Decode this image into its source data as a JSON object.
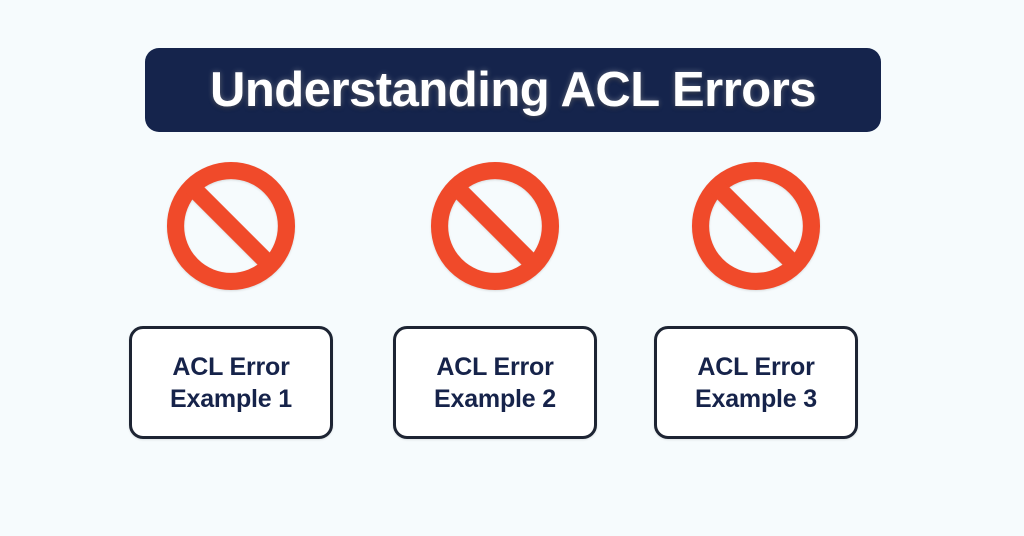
{
  "page": {
    "background_color": "#f6fbfd"
  },
  "banner": {
    "title": "Understanding ACL Errors",
    "background_color": "#15244c",
    "text_color": "#ffffff"
  },
  "icon": {
    "name": "prohibition-icon",
    "color": "#f04a2a"
  },
  "columns": [
    {
      "icon": "prohibition-icon",
      "label_line_1": "ACL Error",
      "label_line_2": "Example 1",
      "border_color": "#1d2433",
      "text_color": "#16234a"
    },
    {
      "icon": "prohibition-icon",
      "label_line_1": "ACL Error",
      "label_line_2": "Example 2",
      "border_color": "#1d2433",
      "text_color": "#16234a"
    },
    {
      "icon": "prohibition-icon",
      "label_line_1": "ACL Error",
      "label_line_2": "Example 3",
      "border_color": "#1d2433",
      "text_color": "#16234a"
    }
  ]
}
